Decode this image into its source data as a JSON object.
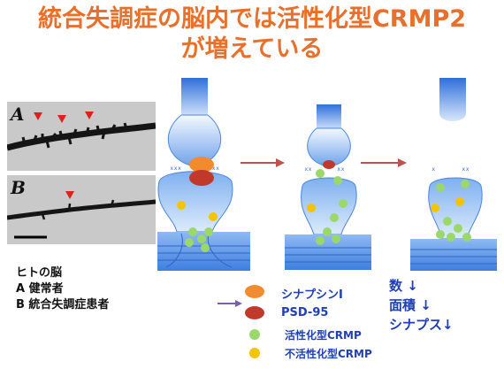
{
  "title": {
    "line1": "統合失調症の脳内では活性化型CRMP2",
    "line2": "が増えている"
  },
  "micrographs": [
    {
      "label": "A"
    },
    {
      "label": "B"
    }
  ],
  "left_legend": {
    "heading": "ヒトの脳",
    "items": [
      "A 健常者",
      "B 統合失調症患者"
    ]
  },
  "legend": [
    {
      "label": "シナプシンI",
      "color": "#F28A2E",
      "shape": "oval"
    },
    {
      "label": "PSD-95",
      "color": "#C0392B",
      "shape": "oval"
    },
    {
      "label": "活性化型CRMP",
      "color": "#9BD86A",
      "shape": "circle"
    },
    {
      "label": "不活性化型CRMP",
      "color": "#F5C400",
      "shape": "circle"
    }
  ],
  "results": [
    "数 ↓",
    "面積 ↓",
    "シナプス↓"
  ],
  "colors": {
    "title": "#E8702A",
    "synapse_blue": "#5B93E6",
    "arrow_red": "#C0504D",
    "text_blue": "#1F3FB5",
    "marker_red": "#E0201B"
  }
}
